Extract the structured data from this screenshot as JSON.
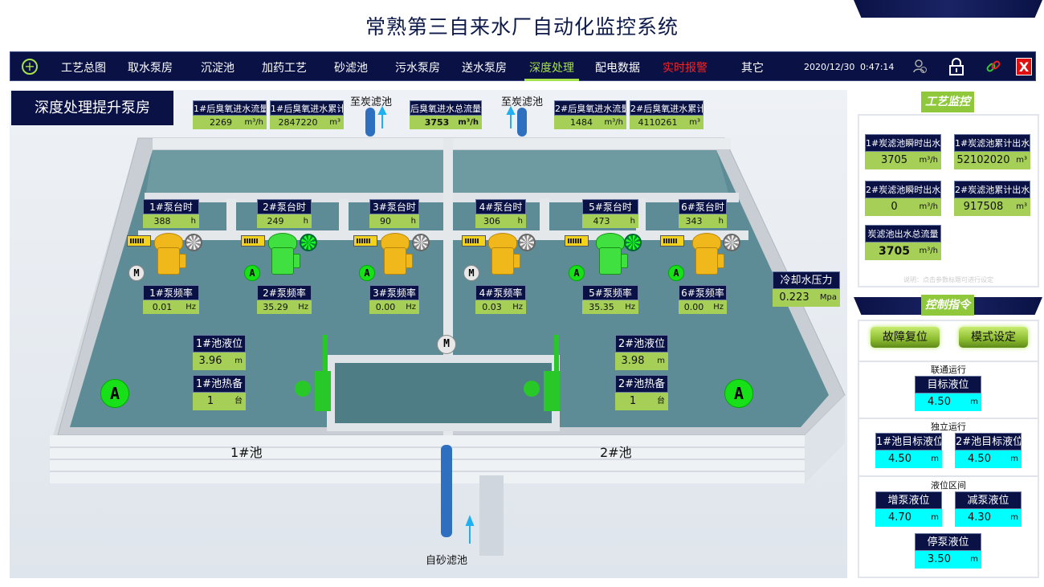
{
  "title": "常熟第三自来水厂自动化监控系统",
  "nav": {
    "items": [
      "工艺总图",
      "取水泵房",
      "沉淀池",
      "加药工艺",
      "砂滤池",
      "污水泵房",
      "送水泵房",
      "深度处理",
      "配电数据",
      "实时报警",
      "其它"
    ],
    "active": "深度处理",
    "date": "2020/12/30",
    "time": "0:47:14",
    "icons": [
      "plus-icon",
      "user-icon",
      "lock-icon",
      "link-icon",
      "close-icon"
    ],
    "close_glyph": "X"
  },
  "page_title": "深度处理提升泵房",
  "flows": [
    {
      "label": "1#后臭氧进水流量",
      "value": "2269",
      "unit": "m³/h"
    },
    {
      "label": "1#后臭氧进水累计",
      "value": "2847220",
      "unit": "m³"
    },
    {
      "label": "后臭氧进水总流量",
      "value": "3753",
      "unit": "m³/h"
    },
    {
      "label": "2#后臭氧进水流量",
      "value": "1484",
      "unit": "m³/h"
    },
    {
      "label": "2#后臭氧进水累计",
      "value": "4110261",
      "unit": "m³"
    }
  ],
  "to_carbon": "至炭滤池",
  "from_sand": "自砂滤池",
  "pumps": [
    {
      "hours_label": "1#泵台时",
      "hours": "388",
      "freq_label": "1#泵频率",
      "freq": "0.01",
      "mode": "M",
      "running": false
    },
    {
      "hours_label": "2#泵台时",
      "hours": "249",
      "freq_label": "2#泵频率",
      "freq": "35.29",
      "mode": "A",
      "running": true
    },
    {
      "hours_label": "3#泵台时",
      "hours": "90",
      "freq_label": "3#泵频率",
      "freq": "0.00",
      "mode": "A",
      "running": false
    },
    {
      "hours_label": "4#泵台时",
      "hours": "306",
      "freq_label": "4#泵频率",
      "freq": "0.03",
      "mode": "M",
      "running": false
    },
    {
      "hours_label": "5#泵台时",
      "hours": "473",
      "freq_label": "5#泵频率",
      "freq": "35.35",
      "mode": "A",
      "running": true
    },
    {
      "hours_label": "6#泵台时",
      "hours": "343",
      "freq_label": "6#泵频率",
      "freq": "0.00",
      "mode": "A",
      "running": false
    }
  ],
  "units": {
    "h": "h",
    "hz": "Hz",
    "m": "m",
    "tai": "台",
    "mpa": "Mpa",
    "m3h": "m³/h",
    "m3": "m³"
  },
  "cooling": {
    "label": "冷却水压力",
    "value": "0.223"
  },
  "tanks": [
    {
      "name": "1#池",
      "level_label": "1#池液位",
      "level": "3.96",
      "standby_label": "1#池热备",
      "standby": "1",
      "mode": "A"
    },
    {
      "name": "2#池",
      "level_label": "2#池液位",
      "level": "3.98",
      "standby_label": "2#池热备",
      "standby": "1",
      "mode": "A"
    }
  ],
  "center_mode": "M",
  "monitor": {
    "title": "工艺监控",
    "items": [
      {
        "label": "1#炭滤池瞬时出水",
        "value": "3705",
        "unit": "m³/h"
      },
      {
        "label": "1#炭滤池累计出水",
        "value": "52102020",
        "unit": "m³"
      },
      {
        "label": "2#炭滤池瞬时出水",
        "value": "0",
        "unit": "m³/h"
      },
      {
        "label": "2#炭滤池累计出水",
        "value": "917508",
        "unit": "m³"
      },
      {
        "label": "炭滤池出水总流量",
        "value": "3705",
        "unit": "m³/h"
      }
    ],
    "note": "说明：点击参数标题可进行设定"
  },
  "control": {
    "title": "控制指令",
    "fault_reset": "故障复位",
    "mode_set": "模式设定",
    "linked": {
      "title": "联通运行",
      "label": "目标液位",
      "value": "4.50"
    },
    "independent": {
      "title": "独立运行",
      "items": [
        {
          "label": "1#池目标液位",
          "value": "4.50"
        },
        {
          "label": "2#池目标液位",
          "value": "4.50"
        }
      ]
    },
    "range": {
      "title": "液位区间",
      "items": [
        {
          "label": "增泵液位",
          "value": "4.70"
        },
        {
          "label": "减泵液位",
          "value": "4.30"
        },
        {
          "label": "停泵液位",
          "value": "3.50"
        }
      ]
    }
  },
  "colors": {
    "navy": "#0a1245",
    "green": "#a6cf58",
    "cyan": "#00ffff",
    "active": "#a6e04a",
    "alarm": "#ff2020"
  }
}
